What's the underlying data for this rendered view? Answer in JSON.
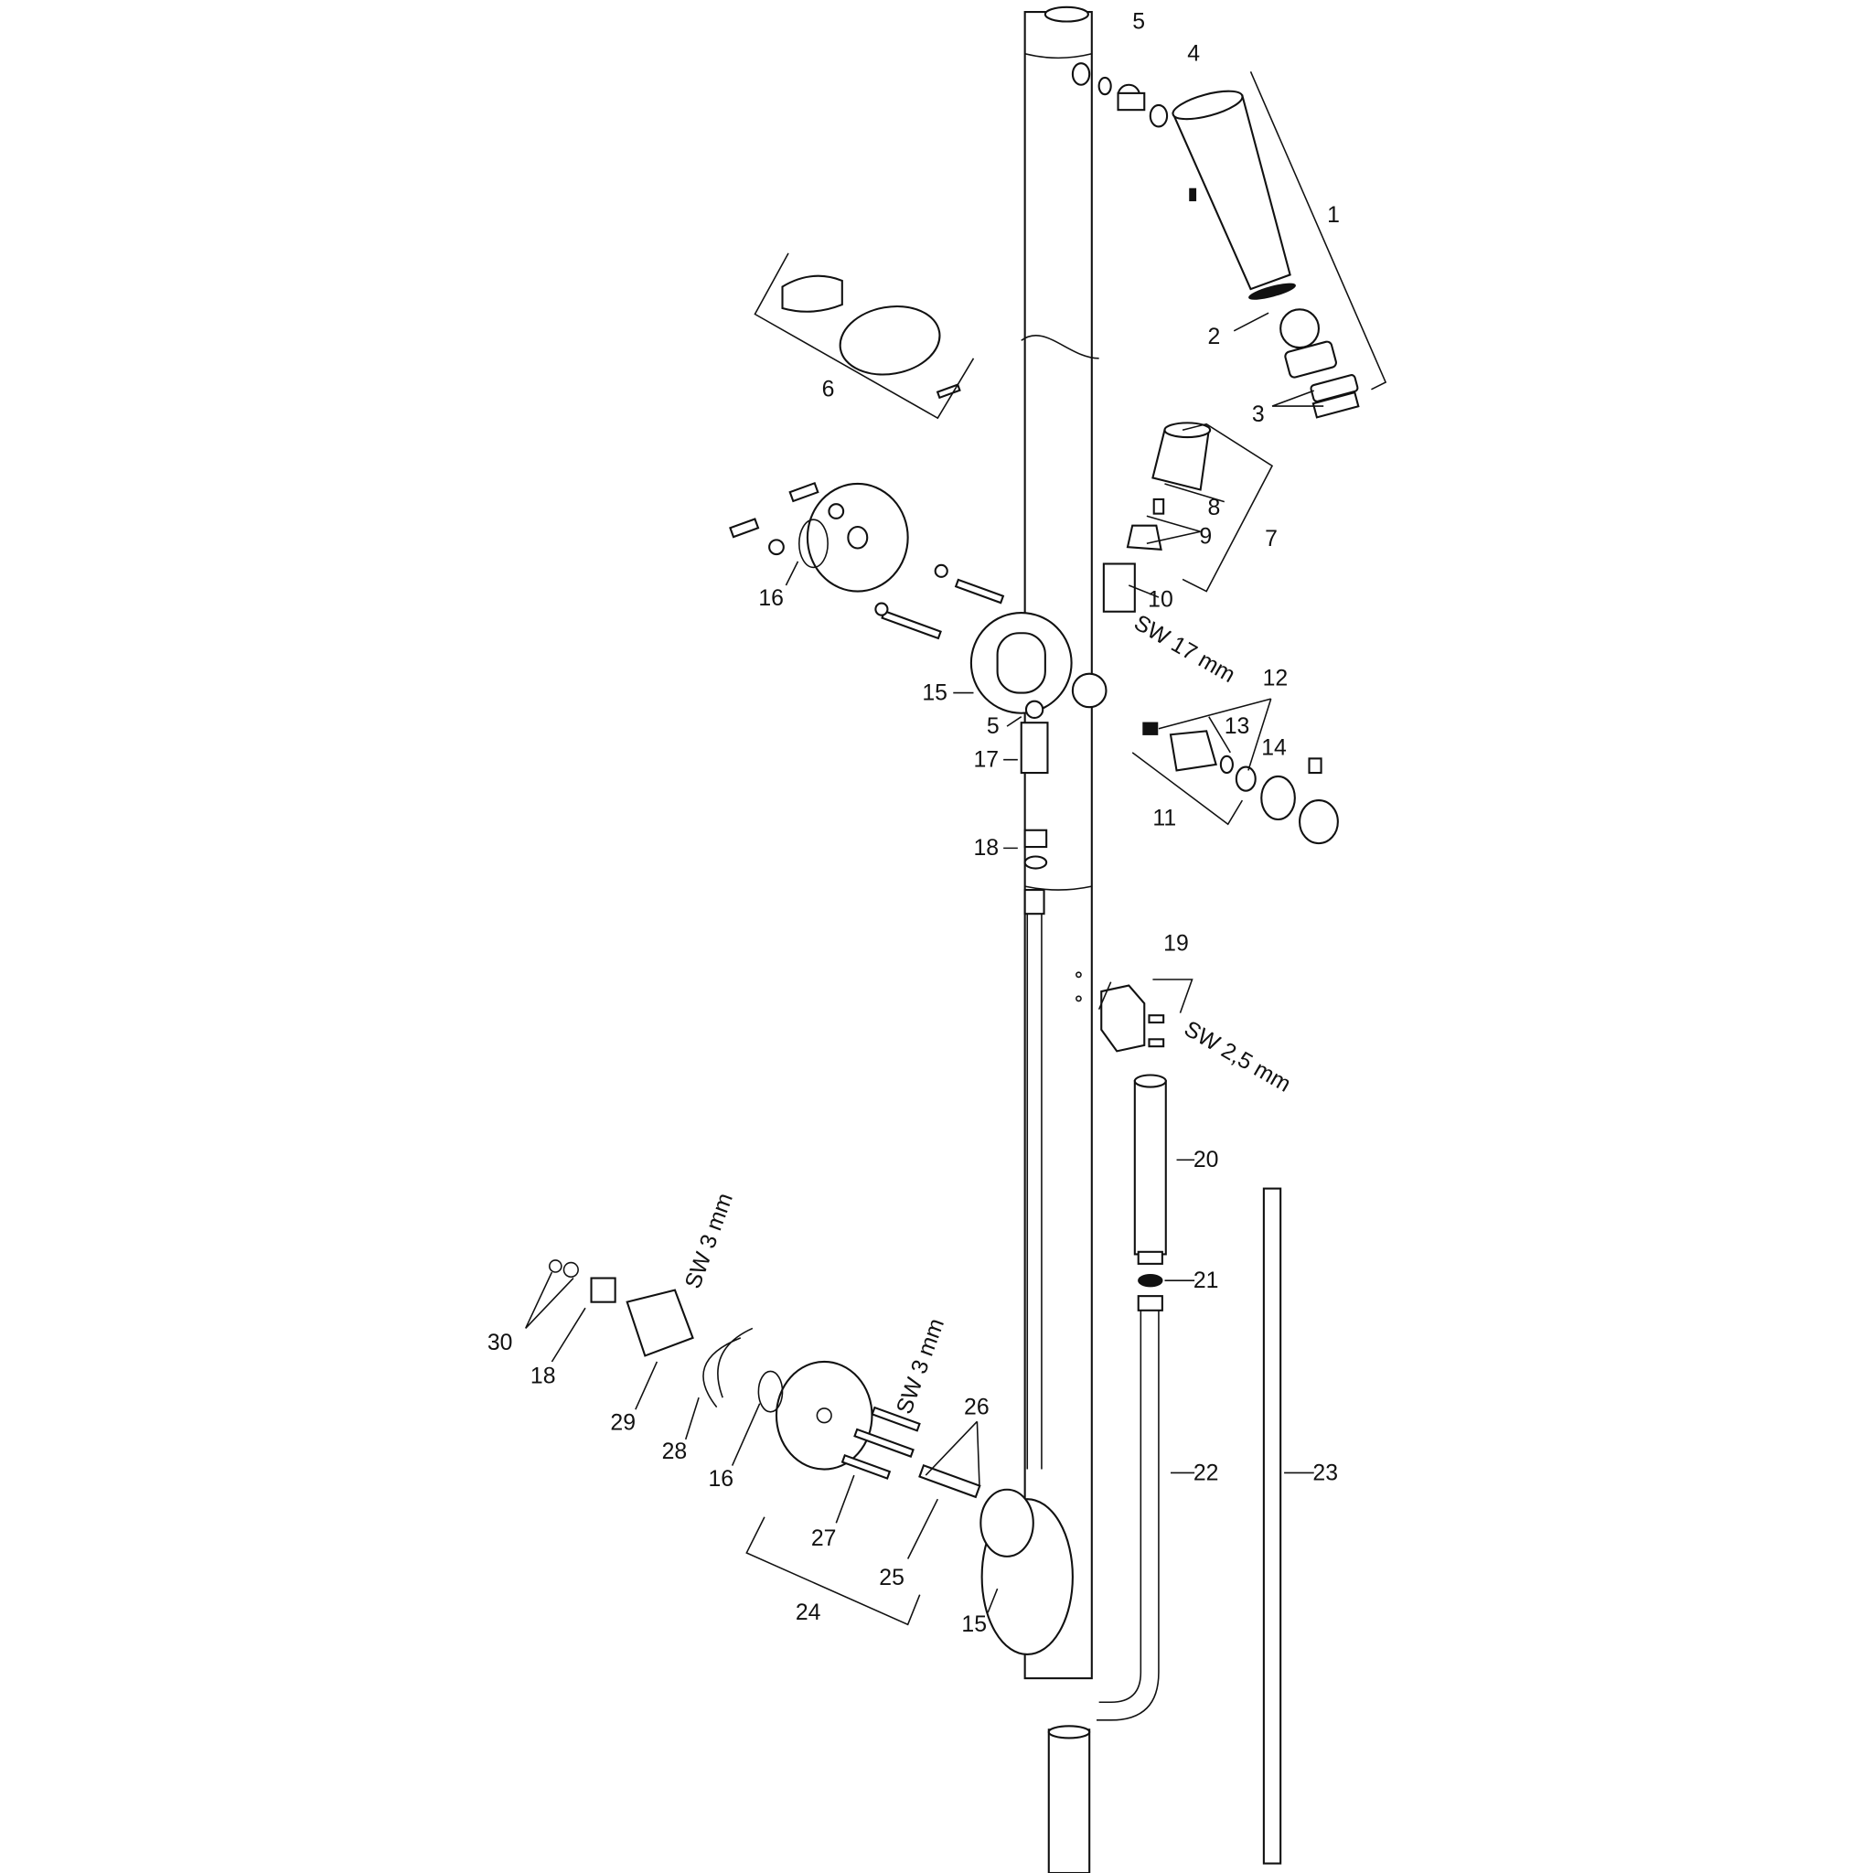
{
  "diagram": {
    "title": "Exploded parts diagram - shower rail set",
    "callouts": {
      "c1": "1",
      "c2": "2",
      "c3": "3",
      "c4": "4",
      "c5a": "5",
      "c5b": "5",
      "c6": "6",
      "c7": "7",
      "c8": "8",
      "c9": "9",
      "c10": "10",
      "c11": "11",
      "c12": "12",
      "c13": "13",
      "c14": "14",
      "c15a": "15",
      "c15b": "15",
      "c16a": "16",
      "c16b": "16",
      "c17": "17",
      "c18a": "18",
      "c18b": "18",
      "c19": "19",
      "c20": "20",
      "c21": "21",
      "c22": "22",
      "c23": "23",
      "c24": "24",
      "c25": "25",
      "c26": "26",
      "c27": "27",
      "c28": "28",
      "c29": "29",
      "c30": "30"
    },
    "notes": {
      "sw17": "SW 17 mm",
      "sw25": "SW 2,5 mm",
      "sw3a": "SW 3 mm",
      "sw3b": "SW 3 mm"
    }
  }
}
